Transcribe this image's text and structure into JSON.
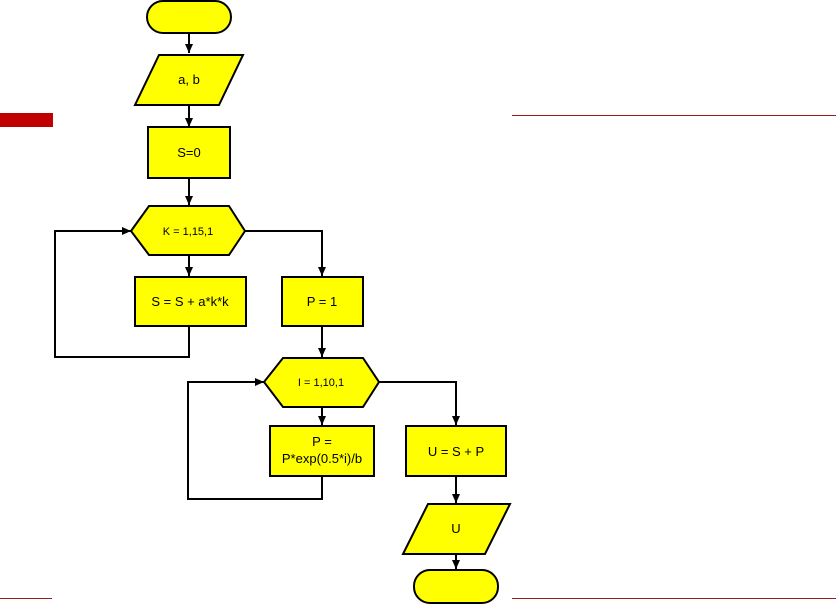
{
  "colors": {
    "node_fill": "#ffff00",
    "stroke": "#000000",
    "accent": "#c00000",
    "rule": "#a01818"
  },
  "nodes": {
    "start": "",
    "input": "a, b",
    "init": "S=0",
    "loop_k": "K = 1,15,1",
    "sum": "S = S + a*k*k",
    "p_init": "P = 1",
    "loop_i": "I = 1,10,1",
    "p_update_line1": "P =",
    "p_update_line2": "P*exp(0.5*i)/b",
    "result": "U = S + P",
    "output": "U",
    "end": ""
  }
}
